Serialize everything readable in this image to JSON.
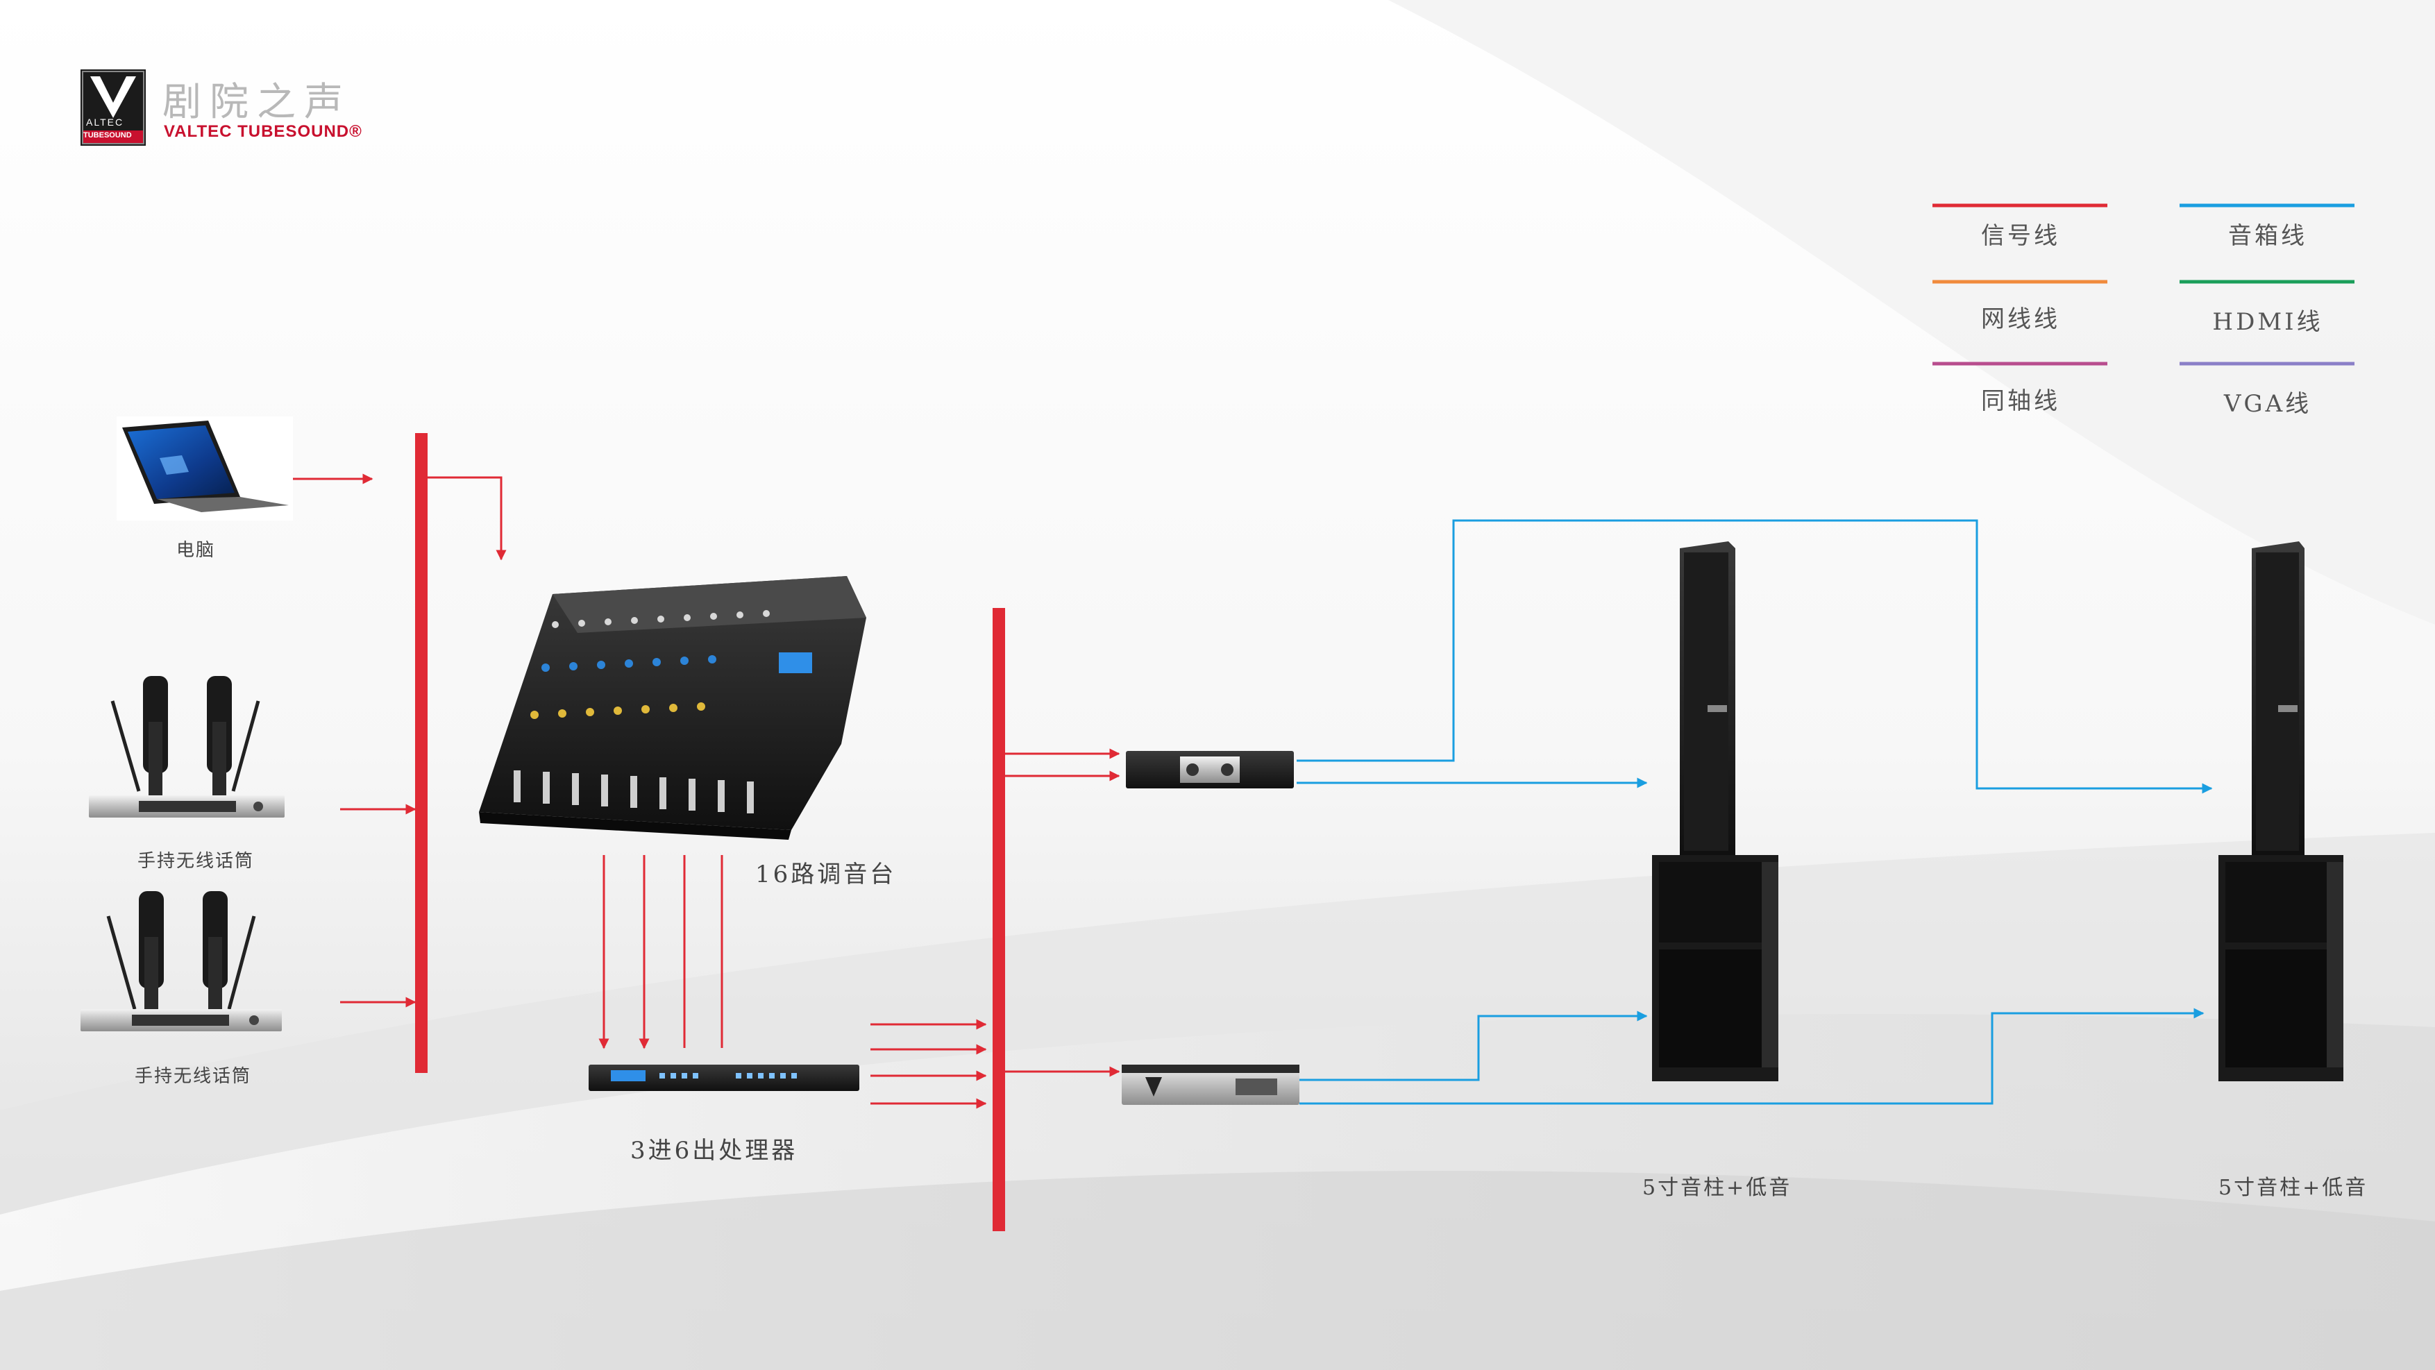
{
  "brand": {
    "logo_letter": "V",
    "logo_sub1": "ALTEC",
    "logo_sub2": "TUBESOUND",
    "name_cn": "剧院之声",
    "name_en": "VALTEC TUBESOUND®"
  },
  "legend": [
    {
      "label": "信号线",
      "color": "#e02a35"
    },
    {
      "label": "音箱线",
      "color": "#1a9ee0"
    },
    {
      "label": "网线线",
      "color": "#f08a3c"
    },
    {
      "label": "HDMI线",
      "color": "#1a9e5a"
    },
    {
      "label": "同轴线",
      "color": "#b84d8e"
    },
    {
      "label": "VGA线",
      "color": "#8a7fc7"
    }
  ],
  "devices": {
    "computer": "电脑",
    "mic1": "手持无线话筒",
    "mic2": "手持无线话筒",
    "mixer": "16路调音台",
    "processor": "3进6出处理器",
    "speaker1": "5寸音柱+低音",
    "speaker2": "5寸音柱+低音"
  },
  "colors": {
    "signal": "#e02a35",
    "speaker_wire": "#1a9ee0"
  }
}
